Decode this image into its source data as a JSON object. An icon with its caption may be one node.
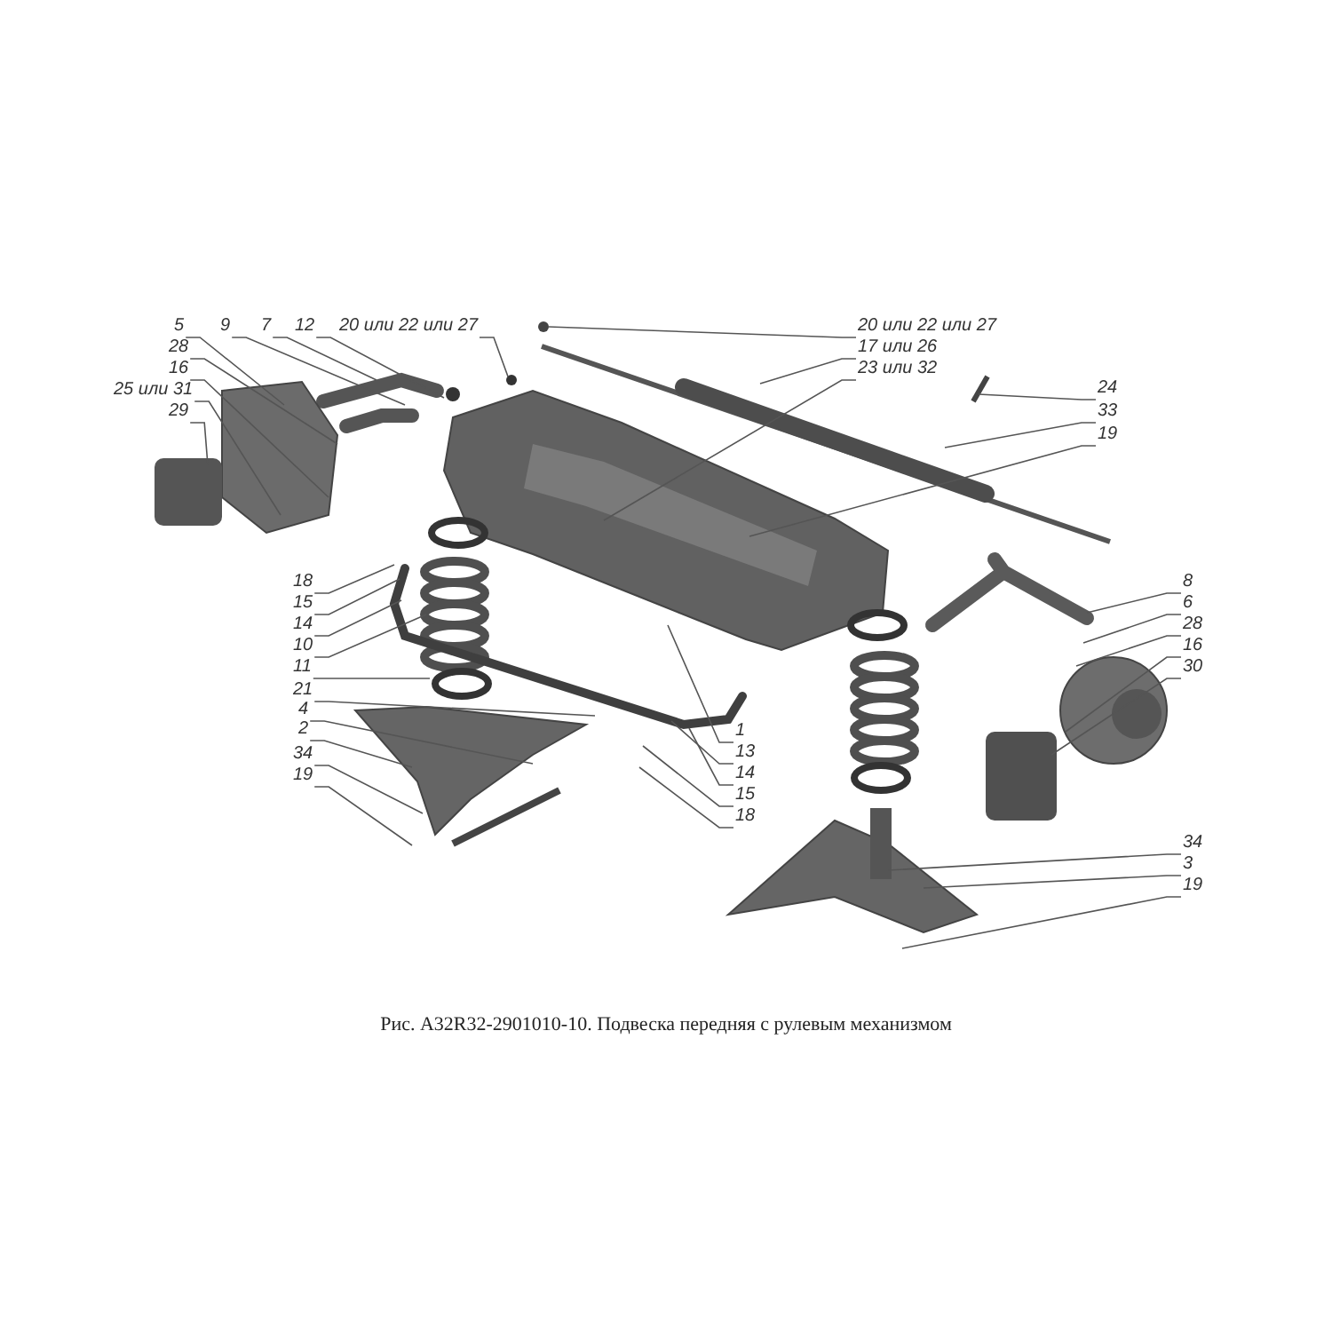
{
  "diagram": {
    "caption": "Рис. A32R32-2901010-10. Подвеска передняя с рулевым механизмом",
    "nodes": [
      {
        "text": [
          "5"
        ]
      },
      {
        "text": [
          "9"
        ]
      },
      {
        "text": [
          "7"
        ]
      },
      {
        "text": [
          "12"
        ]
      },
      {
        "text": [
          "20 или 22 или 27"
        ]
      },
      {
        "text": [
          "28"
        ]
      },
      {
        "text": [
          "16"
        ]
      },
      {
        "text": [
          "25 или 31"
        ]
      },
      {
        "text": [
          "29"
        ]
      },
      {
        "text": [
          "20 или 22 или 27"
        ]
      },
      {
        "text": [
          "17 или 26"
        ]
      },
      {
        "text": [
          "23 или 32"
        ]
      },
      {
        "text": [
          "24"
        ]
      },
      {
        "text": [
          "33"
        ]
      },
      {
        "text": [
          "19"
        ]
      },
      {
        "text": [
          "18"
        ]
      },
      {
        "text": [
          "15"
        ]
      },
      {
        "text": [
          "14"
        ]
      },
      {
        "text": [
          "10"
        ]
      },
      {
        "text": [
          "11"
        ]
      },
      {
        "text": [
          "21"
        ]
      },
      {
        "text": [
          "4"
        ]
      },
      {
        "text": [
          "2"
        ]
      },
      {
        "text": [
          "34"
        ]
      },
      {
        "text": [
          "19"
        ]
      },
      {
        "text": [
          "1"
        ]
      },
      {
        "text": [
          "13"
        ]
      },
      {
        "text": [
          "14"
        ]
      },
      {
        "text": [
          "15"
        ]
      },
      {
        "text": [
          "18"
        ]
      },
      {
        "text": [
          "8"
        ]
      },
      {
        "text": [
          "6"
        ]
      },
      {
        "text": [
          "28"
        ]
      },
      {
        "text": [
          "16"
        ]
      },
      {
        "text": [
          "30"
        ]
      },
      {
        "text": [
          "34"
        ]
      },
      {
        "text": [
          "3"
        ]
      },
      {
        "text": [
          "19"
        ]
      }
    ],
    "edges": [
      {
        "from": 0,
        "to": null,
        "arrow": "none"
      },
      {
        "from": 1,
        "to": null,
        "arrow": "none"
      },
      {
        "from": 2,
        "to": null,
        "arrow": "none"
      },
      {
        "from": 3,
        "to": null,
        "arrow": "none"
      },
      {
        "from": 4,
        "to": null,
        "arrow": "none"
      },
      {
        "from": 5,
        "to": null,
        "arrow": "none"
      },
      {
        "from": 6,
        "to": null,
        "arrow": "none"
      },
      {
        "from": 7,
        "to": null,
        "arrow": "none"
      },
      {
        "from": 8,
        "to": null,
        "arrow": "none"
      },
      {
        "from": 9,
        "to": null,
        "arrow": "none"
      },
      {
        "from": 10,
        "to": null,
        "arrow": "none"
      },
      {
        "from": 11,
        "to": null,
        "arrow": "none"
      },
      {
        "from": 12,
        "to": null,
        "arrow": "none"
      },
      {
        "from": 13,
        "to": null,
        "arrow": "none"
      },
      {
        "from": 14,
        "to": null,
        "arrow": "none"
      },
      {
        "from": 15,
        "to": null,
        "arrow": "none"
      },
      {
        "from": 16,
        "to": null,
        "arrow": "none"
      },
      {
        "from": 17,
        "to": null,
        "arrow": "none"
      },
      {
        "from": 18,
        "to": null,
        "arrow": "none"
      },
      {
        "from": 19,
        "to": null,
        "arrow": "none"
      },
      {
        "from": 20,
        "to": null,
        "arrow": "none"
      },
      {
        "from": 21,
        "to": null,
        "arrow": "none"
      },
      {
        "from": 22,
        "to": null,
        "arrow": "none"
      },
      {
        "from": 23,
        "to": null,
        "arrow": "none"
      },
      {
        "from": 24,
        "to": null,
        "arrow": "none"
      },
      {
        "from": 25,
        "to": null,
        "arrow": "none"
      },
      {
        "from": 26,
        "to": null,
        "arrow": "none"
      },
      {
        "from": 27,
        "to": null,
        "arrow": "none"
      },
      {
        "from": 28,
        "to": null,
        "arrow": "none"
      },
      {
        "from": 29,
        "to": null,
        "arrow": "none"
      },
      {
        "from": 30,
        "to": null,
        "arrow": "none"
      },
      {
        "from": 31,
        "to": null,
        "arrow": "none"
      },
      {
        "from": 32,
        "to": null,
        "arrow": "none"
      },
      {
        "from": 33,
        "to": null,
        "arrow": "none"
      },
      {
        "from": 34,
        "to": null,
        "arrow": "none"
      },
      {
        "from": 35,
        "to": null,
        "arrow": "none"
      },
      {
        "from": 36,
        "to": null,
        "arrow": "none"
      },
      {
        "from": 37,
        "to": null,
        "arrow": "none"
      }
    ]
  }
}
